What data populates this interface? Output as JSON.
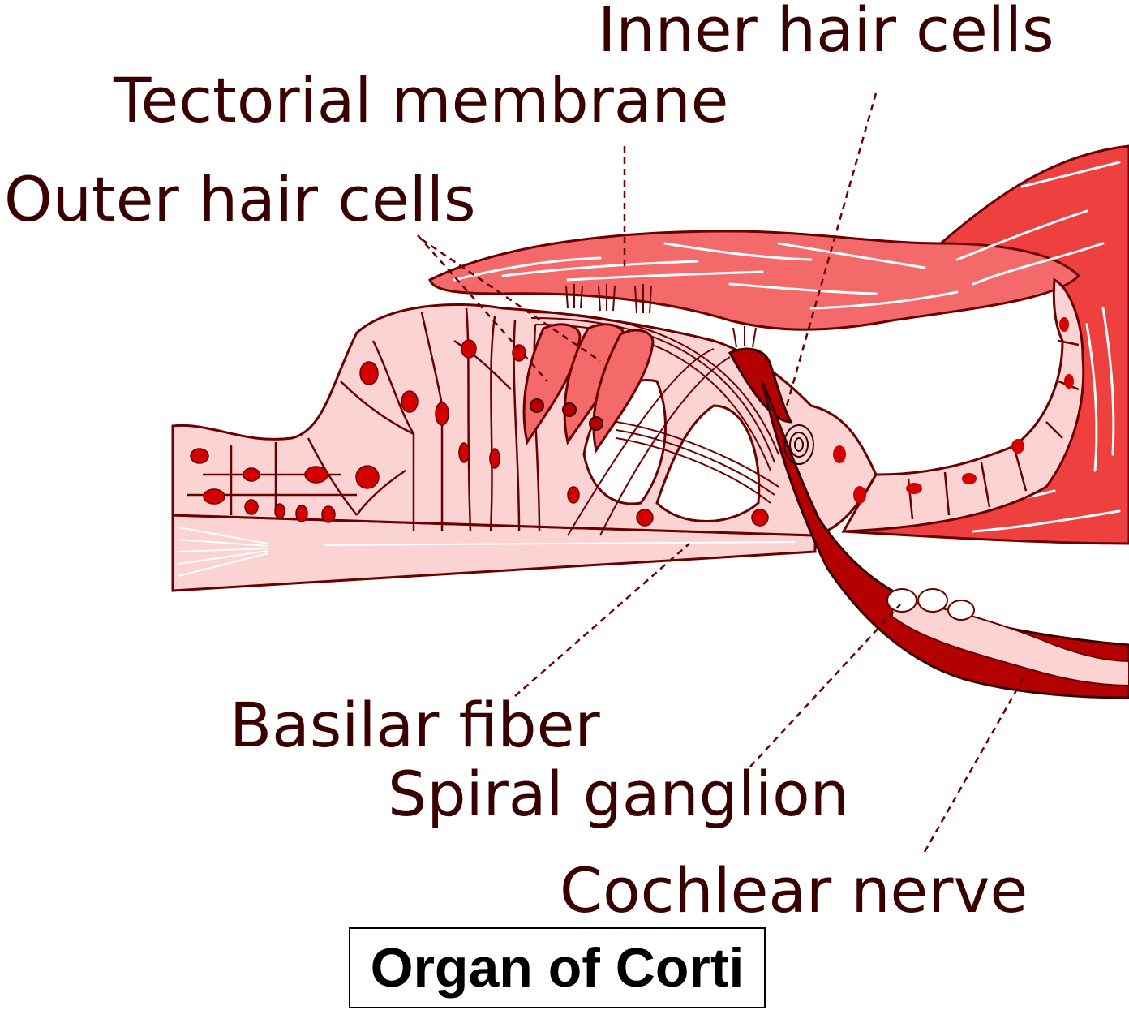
{
  "title": "Organ of Corti",
  "labels": {
    "inner_hair_cells": "Inner hair cells",
    "tectorial_membrane": "Tectorial membrane",
    "outer_hair_cells": "Outer hair cells",
    "basilar_fiber": "Basilar fiber",
    "spiral_ganglion": "Spiral ganglion",
    "cochlear_nerve": "Cochlear nerve"
  },
  "colors": {
    "outline": "#6a0000",
    "tissue_light": "#fbd3d3",
    "tissue_mid": "#f46a6a",
    "tissue_strong": "#ef4040",
    "nucleus": "#d40000",
    "nerve": "#b30000",
    "label": "#3a0000"
  }
}
